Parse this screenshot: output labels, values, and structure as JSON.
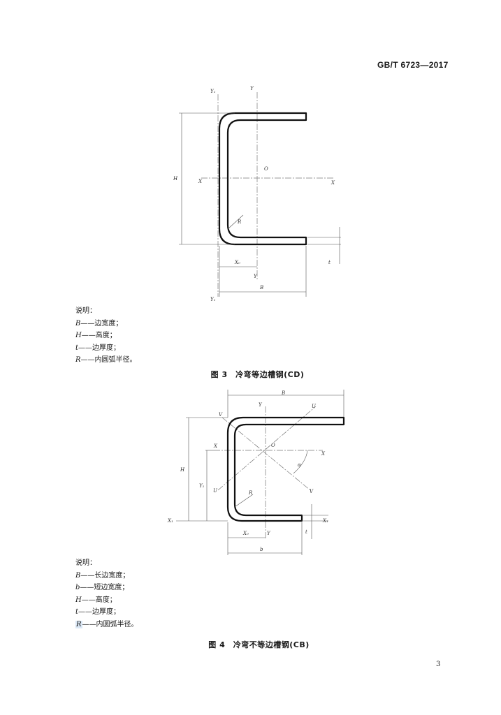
{
  "header": {
    "standard_code": "GB/T 6723—2017"
  },
  "figure3": {
    "labels": {
      "y1_top": "Y₁",
      "y_top": "Y",
      "origin": "O",
      "x_left": "X",
      "x_right": "X",
      "height": "H",
      "radius": "R",
      "thickness": "t",
      "x0": "X₀",
      "y_bottom": "Y",
      "width": "B",
      "y1_bottom": "Y₁"
    },
    "legend": {
      "heading": "说明：",
      "items": [
        {
          "symbol": "B",
          "text": "——边宽度；"
        },
        {
          "symbol": "H",
          "text": "——高度；"
        },
        {
          "symbol": "t",
          "text": "——边厚度；"
        },
        {
          "symbol": "R",
          "text": "——内圆弧半径。"
        }
      ]
    },
    "caption": "图 3　冷弯等边槽钢(CD)"
  },
  "figure4": {
    "labels": {
      "width_top": "B",
      "v_top": "V",
      "y_top": "Y",
      "u_top": "U",
      "x_left": "X",
      "origin": "O",
      "x_right": "X",
      "alpha": "α",
      "height": "H",
      "y1": "Y₁",
      "u_bottom": "U",
      "v_bottom": "V",
      "radius": "R",
      "x1_left": "X₁",
      "x1_right": "X₁",
      "thickness": "t",
      "x0": "X₀",
      "y_bottom": "Y",
      "width_bottom": "b"
    },
    "legend": {
      "heading": "说明：",
      "items": [
        {
          "symbol": "B",
          "text": "——长边宽度；"
        },
        {
          "symbol": "b",
          "text": "——短边宽度；"
        },
        {
          "symbol": "H",
          "text": "——高度；"
        },
        {
          "symbol": "t",
          "text": "——边厚度；"
        },
        {
          "symbol": "R",
          "text": "——内圆弧半径。"
        }
      ]
    },
    "caption": "图 4　冷弯不等边槽钢(CB)"
  },
  "page_number": "3"
}
